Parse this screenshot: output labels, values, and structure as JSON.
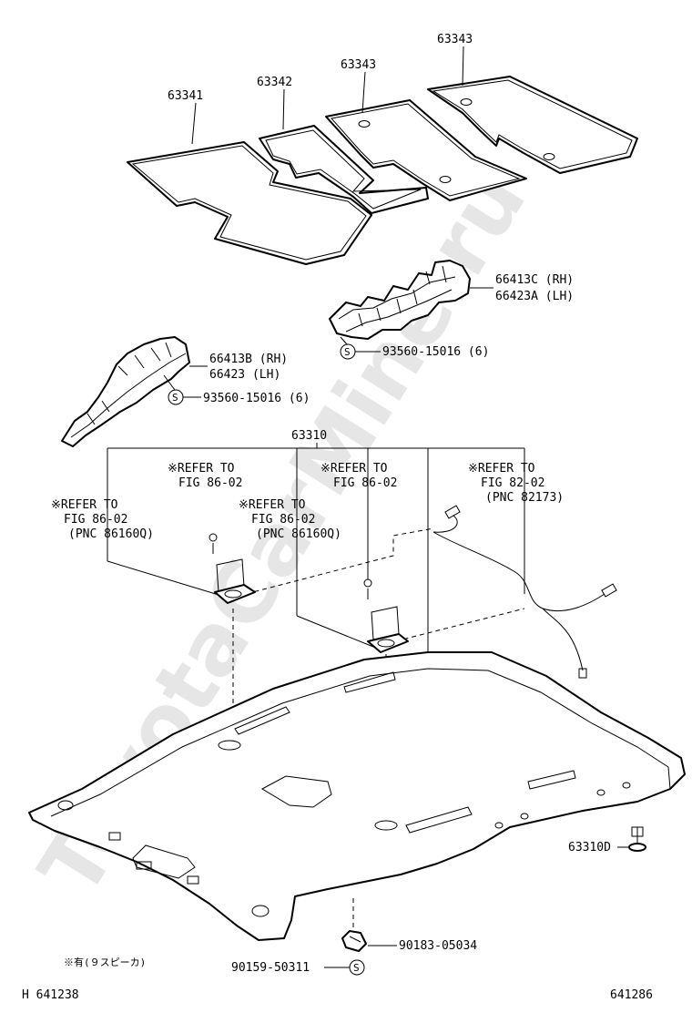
{
  "watermark": "ToyotaCarMine.ru",
  "parts": {
    "mat_1": "63341",
    "mat_2": "63342",
    "mat_3": "63343",
    "mat_4": "63343",
    "bracket_rear_rh": "66413C (RH)",
    "bracket_rear_lh": "66423A (LH)",
    "bracket_front_rh": "66413B (RH)",
    "bracket_front_lh": "66423  (LH)",
    "clip_rear": "93560-15016 (6)",
    "clip_front": "93560-15016 (6)",
    "headliner": "63310",
    "clip_side": "63310D",
    "nut": "90183-05034",
    "screw": "90159-50311",
    "s_symbol": "S"
  },
  "refs": {
    "ref_a": [
      "※REFER TO",
      "FIG 86-02"
    ],
    "ref_b": [
      "※REFER TO",
      "FIG 86-02"
    ],
    "ref_c": [
      "※REFER TO",
      "FIG 82-02",
      "(PNC 82173)"
    ],
    "ref_d": [
      "※REFER TO",
      "FIG 86-02",
      "(PNC 86160Q)"
    ],
    "ref_e": [
      "※REFER TO",
      "FIG 86-02",
      "(PNC 86160Q)"
    ]
  },
  "footnote": "※有(９スピーカ)",
  "footer": {
    "left": "H 641238",
    "right": "641286"
  }
}
